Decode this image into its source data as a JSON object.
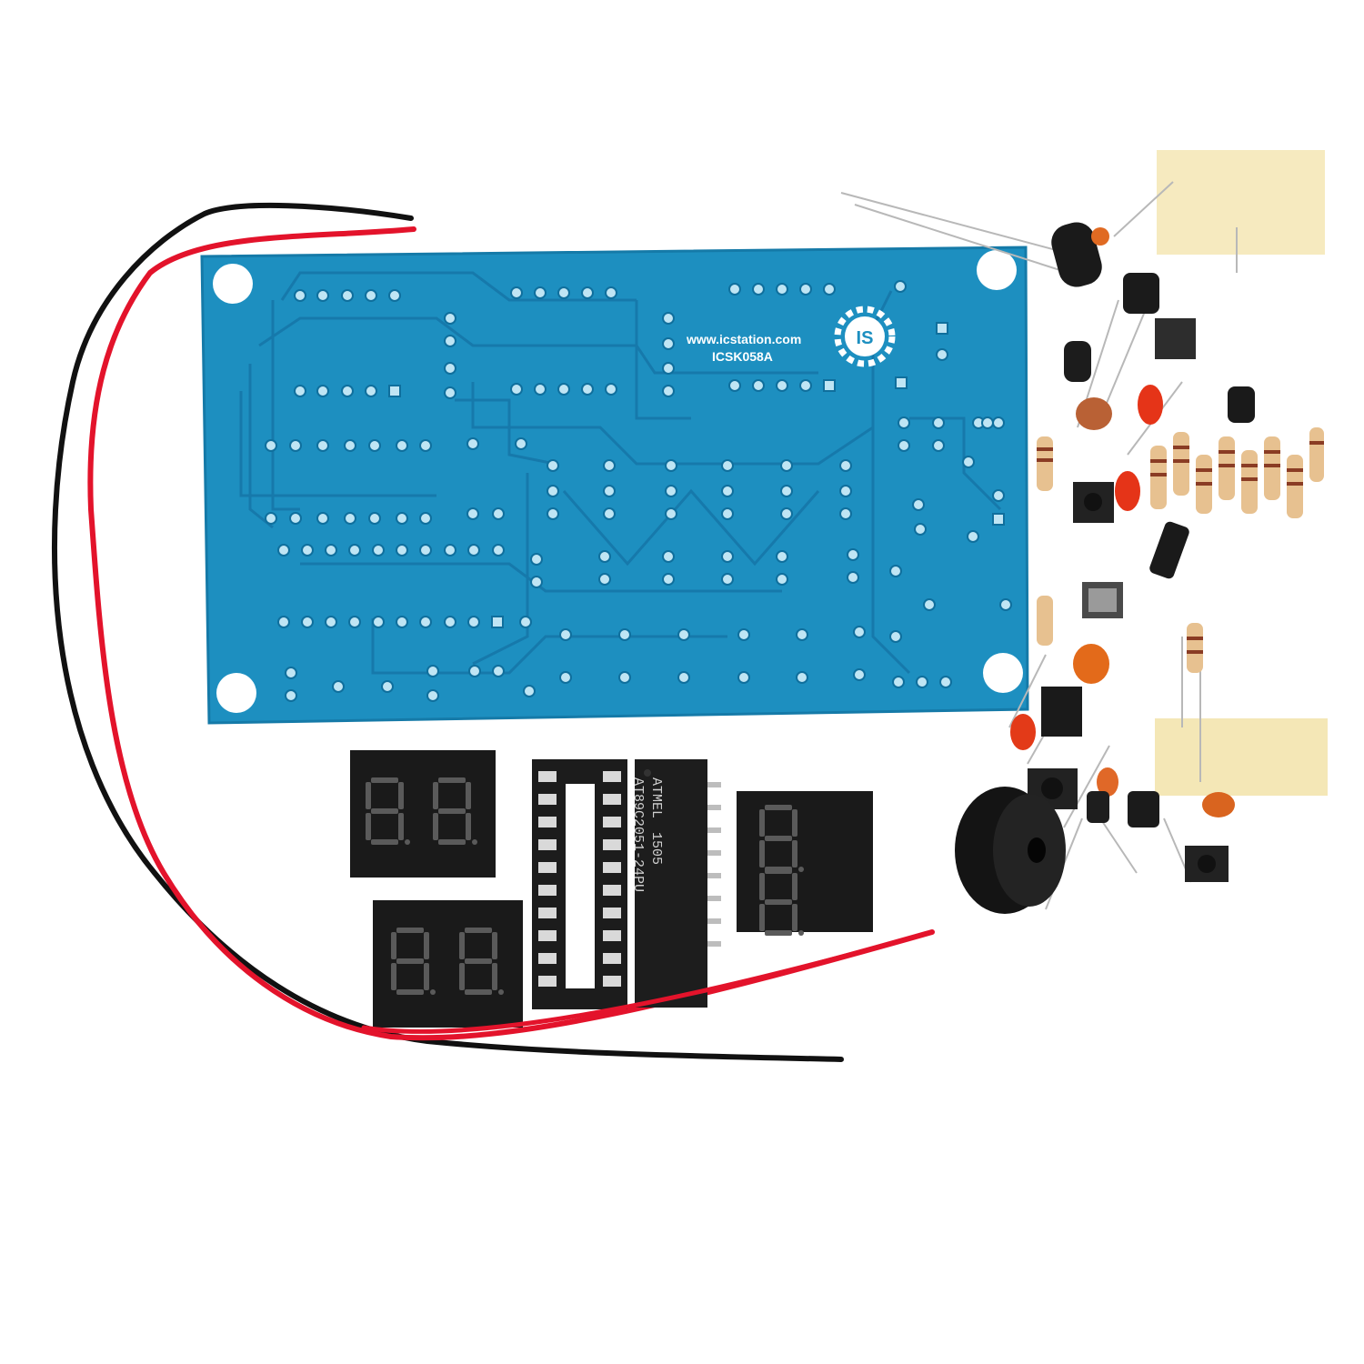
{
  "photo": {
    "subject": "DIY electronic clock kit",
    "pcb": {
      "url_label": "www.icstation.com",
      "model_label": "ICSK058A",
      "logo_text": "IS"
    },
    "chip": {
      "brand": "ATMEL",
      "date_code": "1505",
      "part": "AT89C2051-24PU"
    },
    "displays": [
      {
        "digits": "88"
      },
      {
        "digits": "88"
      },
      {
        "digits": "88"
      }
    ],
    "colors": {
      "pcb": "#1d8fc0",
      "pcb_trace": "#1679ab",
      "wire_red": "#e3132b",
      "wire_black": "#111111",
      "background": "#ffffff"
    }
  }
}
